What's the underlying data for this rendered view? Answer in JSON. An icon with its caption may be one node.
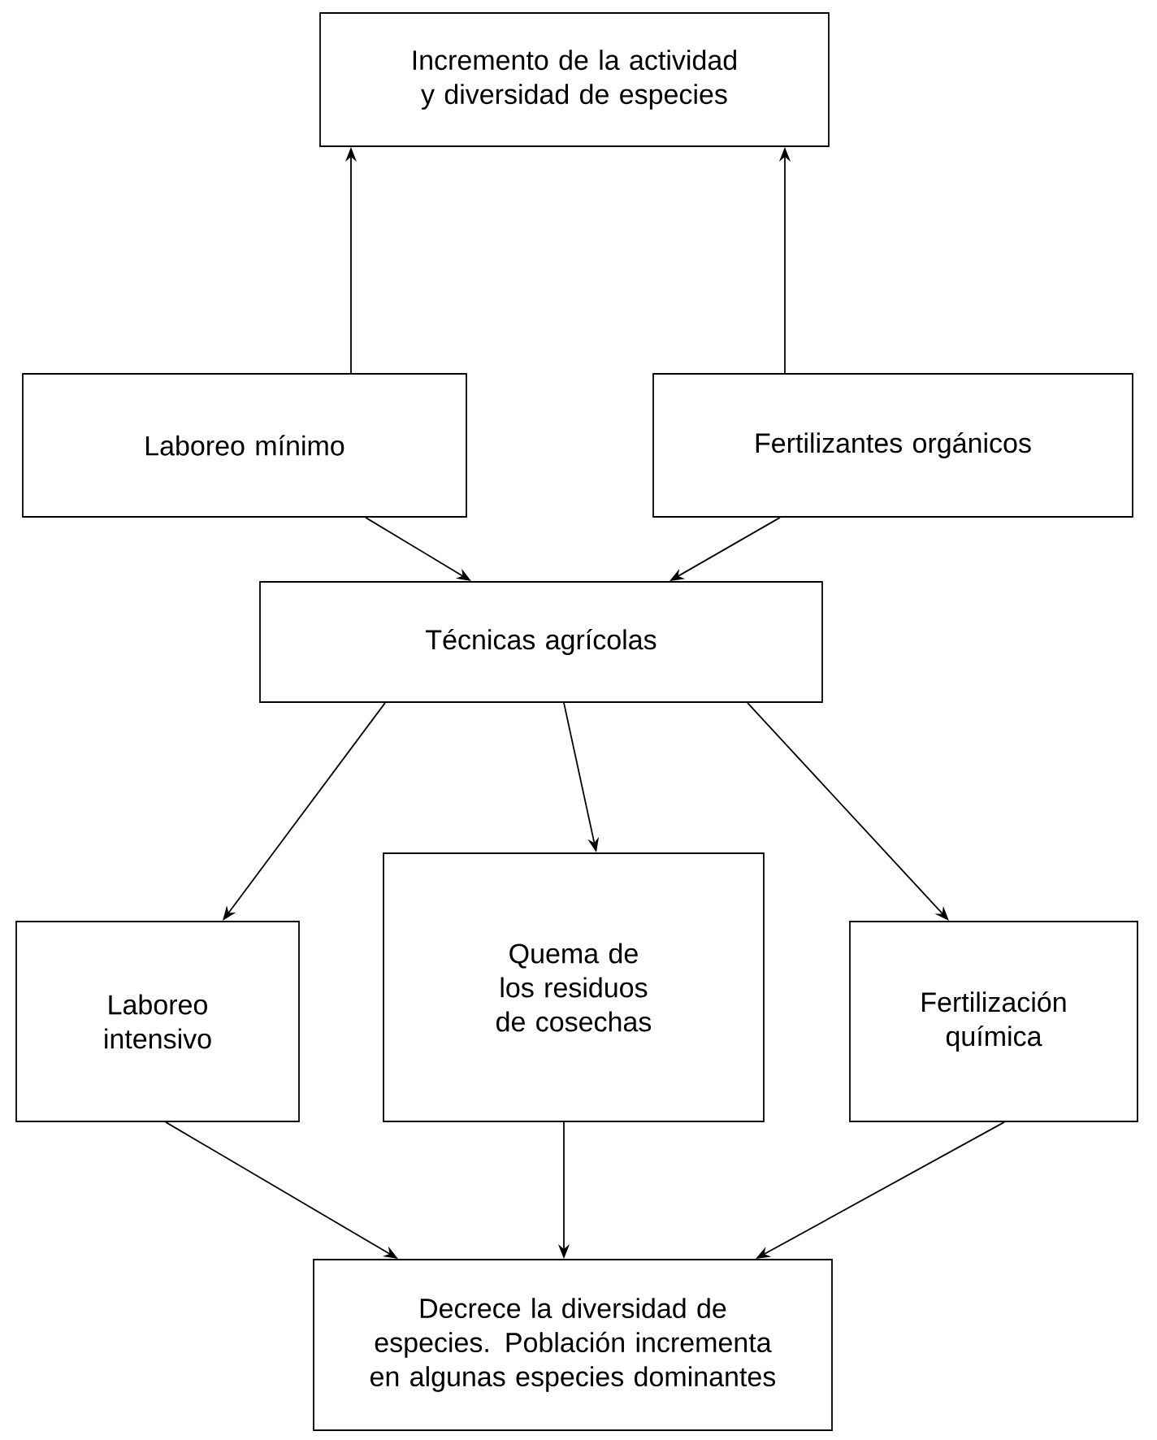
{
  "diagram": {
    "nodes": [
      {
        "text": [
          "Incremento de la actividad y diversidad de especies"
        ]
      },
      {
        "text": [
          "Laboreo mínimo"
        ]
      },
      {
        "text": [
          "Fertilizantes orgánicos"
        ]
      },
      {
        "text": [
          "Técnicas agrícolas"
        ]
      },
      {
        "text": [
          "Laboreo intensivo"
        ]
      },
      {
        "text": [
          "Quema de los residuos de cosechas"
        ]
      },
      {
        "text": [
          "Fertilización química"
        ]
      },
      {
        "text": [
          "Decrece la diversidad de especies. Población incrementa en algunas especies dominantes"
        ]
      }
    ],
    "edges": [
      {
        "from": 1,
        "to": 0,
        "arrow": "to"
      },
      {
        "from": 2,
        "to": 0,
        "arrow": "to"
      },
      {
        "from": 1,
        "to": 3,
        "arrow": "to"
      },
      {
        "from": 2,
        "to": 3,
        "arrow": "to"
      },
      {
        "from": 3,
        "to": 4,
        "arrow": "to"
      },
      {
        "from": 3,
        "to": 5,
        "arrow": "to"
      },
      {
        "from": 3,
        "to": 6,
        "arrow": "to"
      },
      {
        "from": 4,
        "to": 7,
        "arrow": "to"
      },
      {
        "from": 5,
        "to": 7,
        "arrow": "to"
      },
      {
        "from": 6,
        "to": 7,
        "arrow": "to"
      }
    ]
  }
}
